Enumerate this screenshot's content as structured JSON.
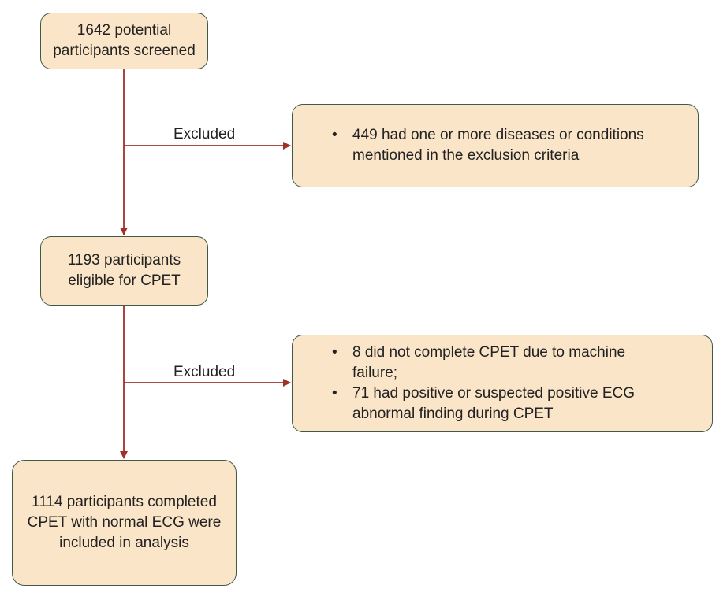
{
  "boxes": {
    "screened": {
      "lines": [
        "1642 potential",
        "participants screened"
      ]
    },
    "eligible": {
      "lines": [
        "1193 participants",
        "eligible for CPET"
      ]
    },
    "included": {
      "lines": [
        "1114 participants completed",
        "CPET with normal ECG were",
        "included in analysis"
      ]
    },
    "exclusion_1": {
      "items": [
        {
          "lines": [
            "449 had one or more diseases or conditions",
            "mentioned in the exclusion criteria"
          ]
        }
      ]
    },
    "exclusion_2": {
      "items": [
        {
          "lines": [
            "8 did not complete CPET due to machine",
            "failure;"
          ]
        },
        {
          "lines": [
            "71 had positive or suspected positive ECG",
            "abnormal finding during CPET"
          ]
        }
      ]
    }
  },
  "edge_labels": {
    "excluded_1": "Excluded",
    "excluded_2": "Excluded"
  },
  "bullet_glyph": "•",
  "colors": {
    "box_fill": "#fbe5c8",
    "box_border": "#3f5a4a",
    "arrow": "#a0302a"
  }
}
